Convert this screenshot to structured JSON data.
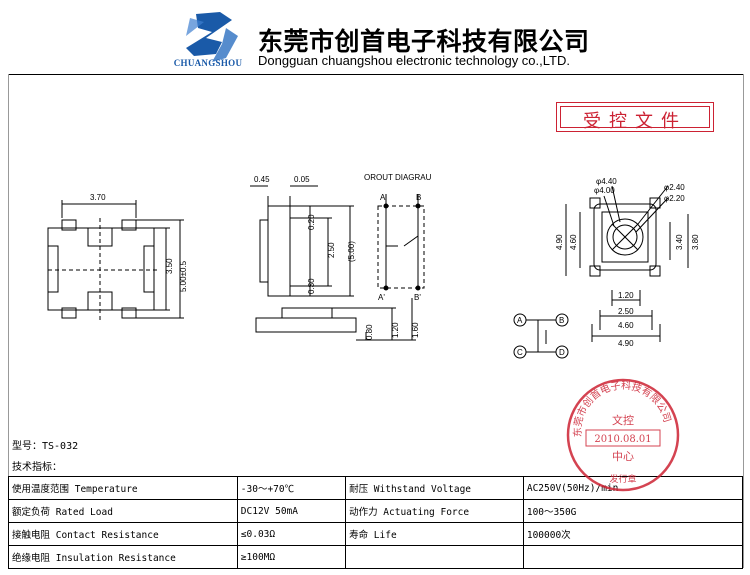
{
  "header": {
    "logo_text": "CHUANGSHOU",
    "company_cn": "东莞市创首电子科技有限公司",
    "company_en": "Dongguan chuangshou electronic technology co.,LTD."
  },
  "stamp_box": {
    "text": "受控文件"
  },
  "drawing": {
    "top_width": "3.70",
    "side_height_a": "3.50",
    "side_height_b": "5.00±0.5",
    "side_045": "0.45",
    "side_005": "0.05",
    "side_020": "0.20",
    "side_250": "2.50",
    "side_500": "(5.00)",
    "side_030": "0.30",
    "side_080": "0.80",
    "side_120": "1.20",
    "side_160": "1.60",
    "circuit_title": "OROUT DIAGRAU",
    "pin_a": "A",
    "pin_b": "B",
    "pin_a2": "A'",
    "pin_b2": "B'",
    "pcb_440": "φ4.40",
    "pcb_400": "φ4.00",
    "pcb_240": "φ2.40",
    "pcb_220": "φ2.20",
    "pcb_490v": "4.90",
    "pcb_460v": "4.60",
    "pcb_340": "3.40",
    "pcb_380": "3.80",
    "pcb_120": "1.20",
    "pcb_250": "2.50",
    "pcb_460h": "4.60",
    "pcb_490h": "4.90",
    "sch_a": "A",
    "sch_b": "B",
    "sch_c": "C",
    "sch_d": "D"
  },
  "model_line": "型号：TS-032",
  "spec_title": "技术指标：",
  "specs": [
    [
      "使用温度范围 Temperature",
      "-30～+70℃",
      "耐压 Withstand Voltage",
      "AC250V(50Hz)/min"
    ],
    [
      "额定负荷 Rated Load",
      "DC12V 50mA",
      "动作力 Actuating Force",
      "100～350G"
    ],
    [
      "接触电阻 Contact Resistance",
      "≤0.03Ω",
      "寿命 Life",
      "100000次"
    ],
    [
      "绝缘电阻 Insulation Resistance",
      "≥100MΩ",
      "",
      ""
    ]
  ],
  "seal": {
    "ring_text": "东莞市创首电子科技有限公司",
    "center_top": "文控",
    "date": "2010.08.01",
    "center_bottom": "中心",
    "foot": "发行章"
  },
  "colors": {
    "brand_blue": "#1a5aa8",
    "stamp_red": "#cc2233"
  }
}
